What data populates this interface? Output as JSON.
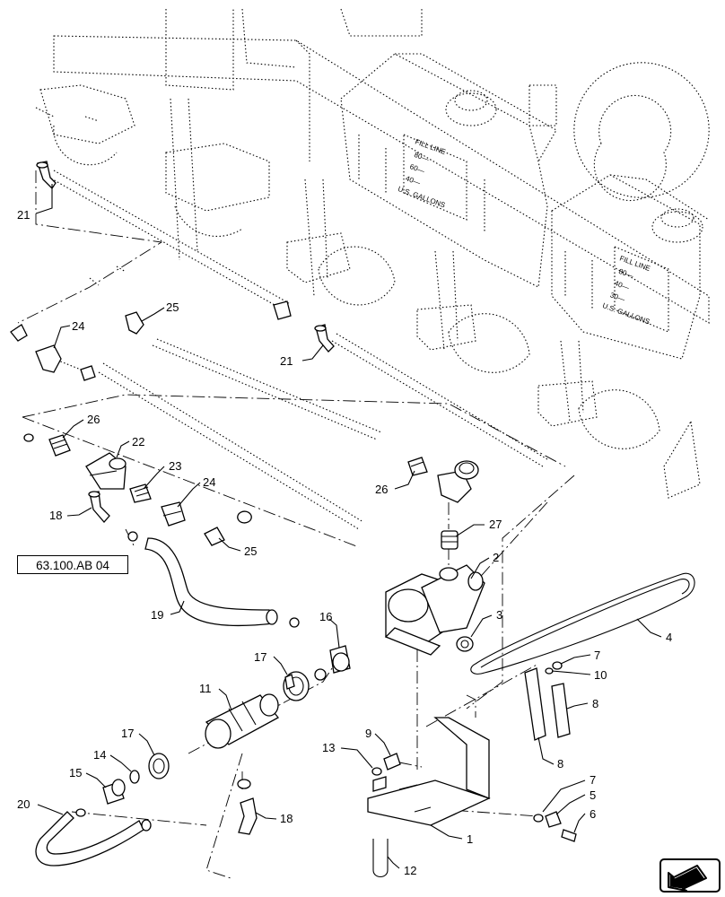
{
  "reference_label": "63.100.AB 04",
  "tank_label": {
    "title": "FILL LINE",
    "marks": [
      "80—",
      "60—",
      "40—",
      "30—"
    ],
    "unit": "U.S. GALLONS"
  },
  "callouts": [
    {
      "id": "c21a",
      "text": "21"
    },
    {
      "id": "c24a",
      "text": "24"
    },
    {
      "id": "c25a",
      "text": "25"
    },
    {
      "id": "c21b",
      "text": "21"
    },
    {
      "id": "c26a",
      "text": "26"
    },
    {
      "id": "c22",
      "text": "22"
    },
    {
      "id": "c23",
      "text": "23"
    },
    {
      "id": "c24b",
      "text": "24"
    },
    {
      "id": "c18a",
      "text": "18"
    },
    {
      "id": "c25b",
      "text": "25"
    },
    {
      "id": "c26b",
      "text": "26"
    },
    {
      "id": "c27",
      "text": "27"
    },
    {
      "id": "c2",
      "text": "2"
    },
    {
      "id": "c3",
      "text": "3"
    },
    {
      "id": "c4",
      "text": "4"
    },
    {
      "id": "c19",
      "text": "19"
    },
    {
      "id": "c16",
      "text": "16"
    },
    {
      "id": "c17a",
      "text": "17"
    },
    {
      "id": "c11",
      "text": "11"
    },
    {
      "id": "c7a",
      "text": "7"
    },
    {
      "id": "c10",
      "text": "10"
    },
    {
      "id": "c8a",
      "text": "8"
    },
    {
      "id": "c9",
      "text": "9"
    },
    {
      "id": "c13",
      "text": "13"
    },
    {
      "id": "c8b",
      "text": "8"
    },
    {
      "id": "c17b",
      "text": "17"
    },
    {
      "id": "c14",
      "text": "14"
    },
    {
      "id": "c15",
      "text": "15"
    },
    {
      "id": "c20",
      "text": "20"
    },
    {
      "id": "c18b",
      "text": "18"
    },
    {
      "id": "c7b",
      "text": "7"
    },
    {
      "id": "c5",
      "text": "5"
    },
    {
      "id": "c6",
      "text": "6"
    },
    {
      "id": "c1",
      "text": "1"
    },
    {
      "id": "c12",
      "text": "12"
    }
  ],
  "icons": {
    "navigation": "arrow-back-icon"
  }
}
